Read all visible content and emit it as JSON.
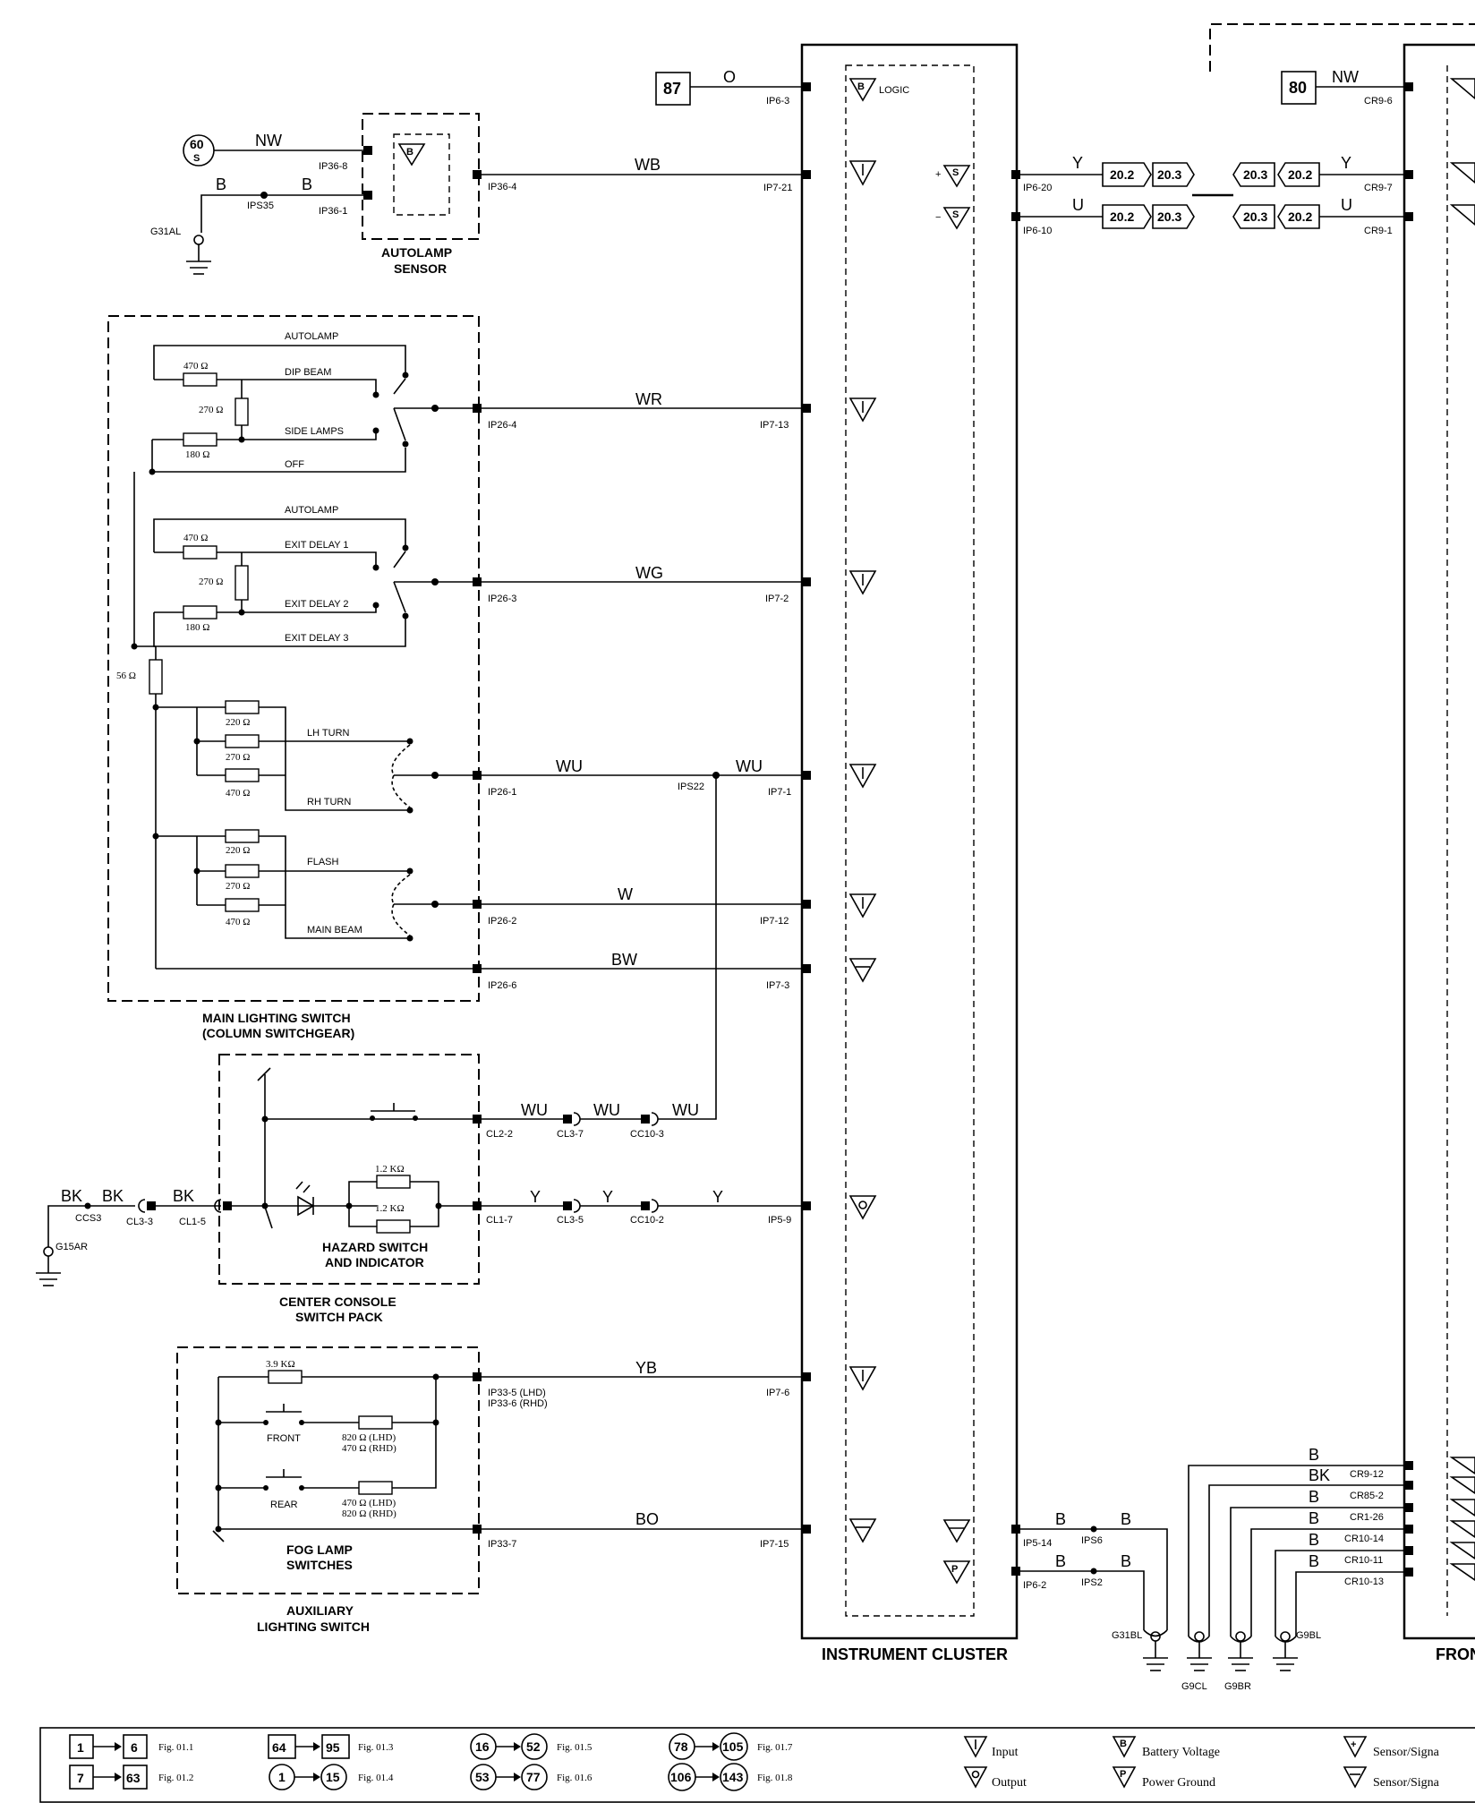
{
  "refs": {
    "r87": "87",
    "r80": "80",
    "n60": "60",
    "n60s": "S",
    "n202": "20.2",
    "n203": "20.3"
  },
  "wires": {
    "O": "O",
    "WB": "WB",
    "NW": "NW",
    "B": "B",
    "Y": "Y",
    "U": "U",
    "WR": "WR",
    "WG": "WG",
    "WU": "WU",
    "W": "W",
    "BW": "BW",
    "BK": "BK",
    "YB": "YB",
    "BO": "BO"
  },
  "pins": {
    "IP6_3": "IP6-3",
    "IP7_21": "IP7-21",
    "IP36_8": "IP36-8",
    "IP36_1": "IP36-1",
    "IP36_4": "IP36-4",
    "IPS35": "IPS35",
    "G31AL": "G31AL",
    "IP6_20": "IP6-20",
    "IP6_10": "IP6-10",
    "CR9_6": "CR9-6",
    "CR9_7": "CR9-7",
    "CR9_1": "CR9-1",
    "IP26_4": "IP26-4",
    "IP7_13": "IP7-13",
    "IP26_3": "IP26-3",
    "IP7_2": "IP7-2",
    "IP26_1": "IP26-1",
    "IPS22": "IPS22",
    "IP7_1": "IP7-1",
    "IP26_2": "IP26-2",
    "IP7_12": "IP7-12",
    "IP26_6": "IP26-6",
    "IP7_3": "IP7-3",
    "CL2_2": "CL2-2",
    "CL3_7": "CL3-7",
    "CC10_3": "CC10-3",
    "CCS3": "CCS3",
    "CL3_3": "CL3-3",
    "CL1_5": "CL1-5",
    "G15AR": "G15AR",
    "CL1_7": "CL1-7",
    "CL3_5": "CL3-5",
    "CC10_2": "CC10-2",
    "IP5_9": "IP5-9",
    "IP33_5": "IP33-5 (LHD)",
    "IP33_6": "IP33-6 (RHD)",
    "IP7_6": "IP7-6",
    "IP33_7": "IP33-7",
    "IP7_15": "IP7-15",
    "IP5_14": "IP5-14",
    "IPS6": "IPS6",
    "IP6_2": "IP6-2",
    "IPS2": "IPS2",
    "G31BL": "G31BL",
    "CR9_12": "CR9-12",
    "CR85_2": "CR85-2",
    "CR1_26": "CR1-26",
    "CR10_14": "CR10-14",
    "CR10_11": "CR10-11",
    "CR10_13": "CR10-13",
    "G9CL": "G9CL",
    "G9BR": "G9BR",
    "G9BL": "G9BL"
  },
  "labels": {
    "logic": "LOGIC",
    "autolamp": "AUTOLAMP",
    "dip_beam": "DIP BEAM",
    "side_lamps": "SIDE LAMPS",
    "off": "OFF",
    "exit_delay_1": "EXIT DELAY 1",
    "exit_delay_2": "EXIT DELAY 2",
    "exit_delay_3": "EXIT DELAY 3",
    "lh_turn": "LH TURN",
    "rh_turn": "RH TURN",
    "flash": "FLASH",
    "main_beam": "MAIN BEAM",
    "front": "FRONT",
    "rear": "REAR"
  },
  "components": {
    "autolamp_sensor_1": "AUTOLAMP",
    "autolamp_sensor_2": "SENSOR",
    "main_switch_1": "MAIN LIGHTING SWITCH",
    "main_switch_2": "(COLUMN SWITCHGEAR)",
    "hazard_1": "HAZARD SWITCH",
    "hazard_2": "AND INDICATOR",
    "console_1": "CENTER CONSOLE",
    "console_2": "SWITCH PACK",
    "fog_1": "FOG LAMP",
    "fog_2": "SWITCHES",
    "aux_1": "AUXILIARY",
    "aux_2": "LIGHTING SWITCH",
    "cluster": "INSTRUMENT CLUSTER",
    "front_partial": "FRON"
  },
  "resistors": {
    "r470": "470 Ω",
    "r270": "270 Ω",
    "r180": "180 Ω",
    "r56": "56 Ω",
    "r220": "220 Ω",
    "r1k2": "1.2 KΩ",
    "r3k9": "3.9 KΩ",
    "r820lhd": "820 Ω (LHD)",
    "r470rhd": "470 Ω (RHD)",
    "r470lhd": "470 Ω (LHD)",
    "r820rhd": "820 Ω (RHD)"
  },
  "legend": {
    "items": [
      {
        "a": "1",
        "b": "6",
        "fig": "Fig. 01.1"
      },
      {
        "a": "7",
        "b": "63",
        "fig": "Fig. 01.2"
      },
      {
        "a": "64",
        "b": "95",
        "fig": "Fig. 01.3"
      },
      {
        "a": "1",
        "b": "15",
        "fig": "Fig. 01.4"
      },
      {
        "a": "16",
        "b": "52",
        "fig": "Fig. 01.5"
      },
      {
        "a": "53",
        "b": "77",
        "fig": "Fig. 01.6"
      },
      {
        "a": "78",
        "b": "105",
        "fig": "Fig. 01.7"
      },
      {
        "a": "106",
        "b": "143",
        "fig": "Fig. 01.8"
      }
    ],
    "input": "Input",
    "output": "Output",
    "battery": "Battery Voltage",
    "power_ground": "Power Ground",
    "sensor1": "Sensor/Signa",
    "sensor2": "Sensor/Signa"
  }
}
